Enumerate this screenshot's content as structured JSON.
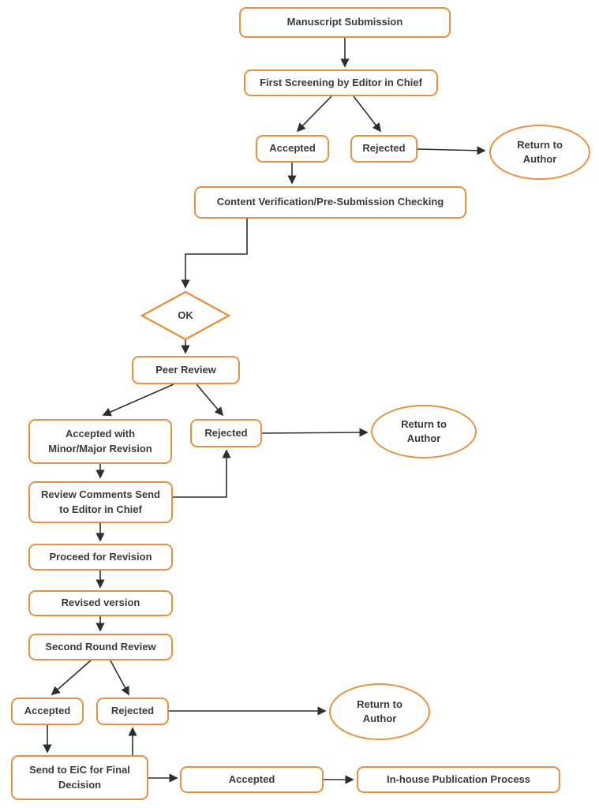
{
  "diagram": {
    "background": "#ffffff",
    "node_border_color": "#E8913F",
    "arrow_color": "#2e2e2e",
    "text_color": "#3a3a3a",
    "nodes": {
      "manuscript_submission": "Manuscript Submission",
      "first_screening": "First Screening by Editor in Chief",
      "accepted_first": "Accepted",
      "rejected_first": "Rejected",
      "return_to_author_1": "Return to Author",
      "content_verification": "Content Verification/Pre-Submission Checking",
      "ok_decision": "OK",
      "peer_review": "Peer Review",
      "accepted_with_revision": "Accepted with Minor/Major Revision",
      "rejected_peer": "Rejected",
      "return_to_author_2": "Return to Author",
      "review_comments": "Review Comments Send to Editor in Chief",
      "proceed_for_revision": "Proceed for Revision",
      "revised_version": "Revised version",
      "second_round_review": "Second Round Review",
      "accepted_second": "Accepted",
      "rejected_second": "Rejected",
      "return_to_author_3": "Return to Author",
      "send_to_eic": "Send to EiC for Final Decision",
      "accepted_final": "Accepted",
      "inhouse_publication": "In-house Publication Process"
    }
  }
}
